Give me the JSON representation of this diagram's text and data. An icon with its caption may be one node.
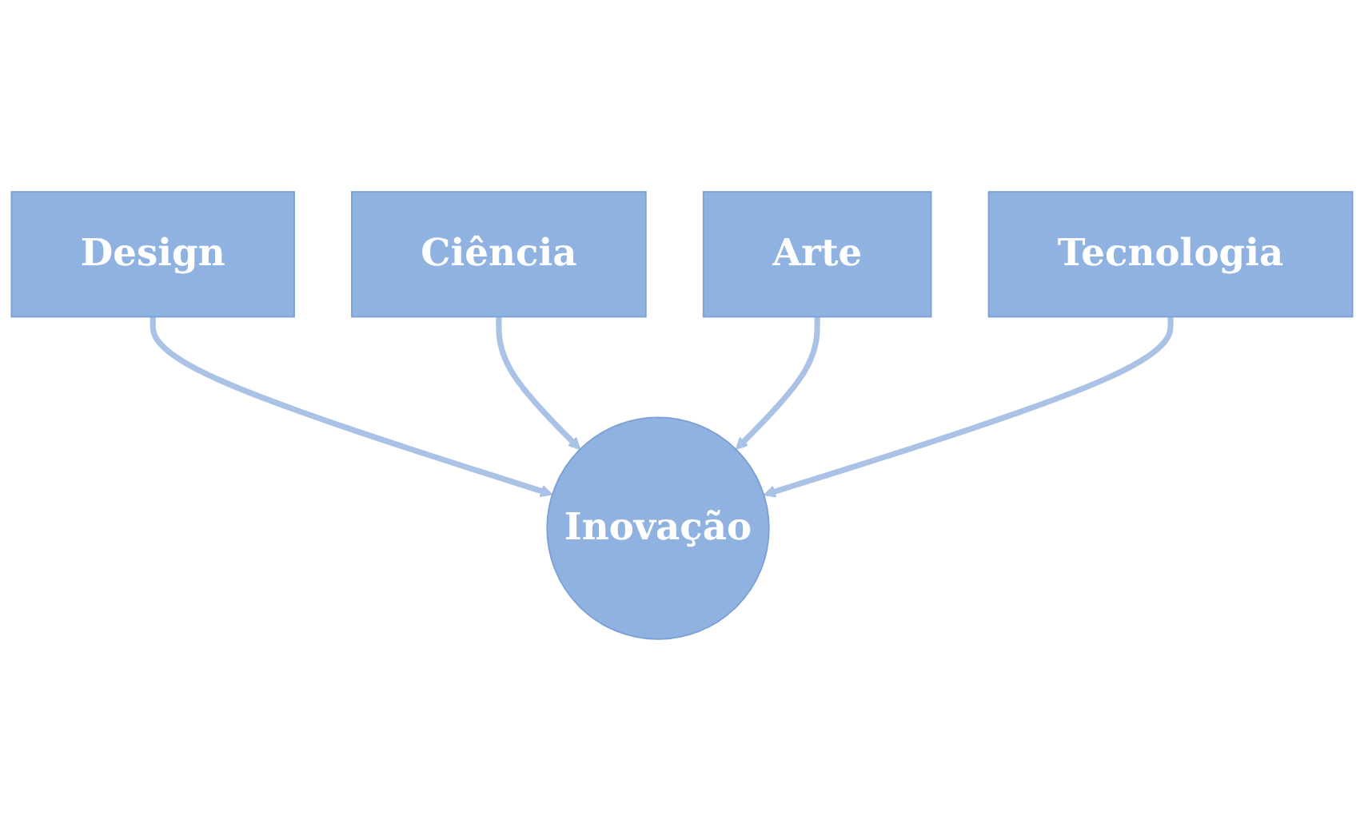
{
  "diagram": {
    "nodes": [
      {
        "text": [
          "Design"
        ]
      },
      {
        "text": [
          "Ciência"
        ]
      },
      {
        "text": [
          "Arte"
        ]
      },
      {
        "text": [
          "Tecnologia"
        ]
      },
      {
        "text": [
          "Inovação"
        ]
      }
    ],
    "edges": [
      {
        "from": 0,
        "to": 4,
        "arrow": "to"
      },
      {
        "from": 1,
        "to": 4,
        "arrow": "to"
      },
      {
        "from": 2,
        "to": 4,
        "arrow": "to"
      },
      {
        "from": 3,
        "to": 4,
        "arrow": "to"
      }
    ]
  }
}
